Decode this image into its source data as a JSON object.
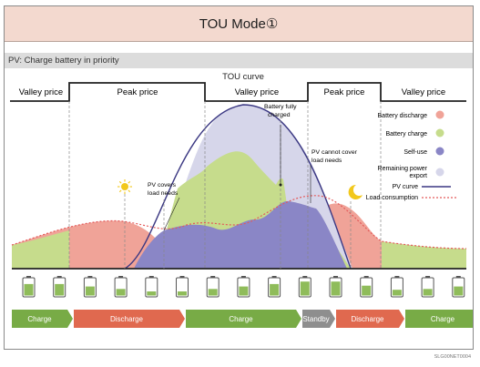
{
  "title": "TOU Mode①",
  "subtitle": "PV: Charge battery in priority",
  "curve_title": "TOU curve",
  "periods": [
    "Valley price",
    "Peak price",
    "Valley price",
    "Peak price",
    "Valley price"
  ],
  "annotations": {
    "battery_full": [
      "Battery fully",
      "charged"
    ],
    "pv_covers": [
      "PV covers",
      "load needs"
    ],
    "pv_cannot": [
      "PV cannot cover",
      "load needs"
    ]
  },
  "legend": {
    "battery_discharge": "Battery discharge",
    "battery_charge": "Battery charge",
    "self_use": "Self-use",
    "remaining_export_1": "Remaining power",
    "remaining_export_2": "export",
    "pv_curve": "PV curve",
    "load_consumption": "Load consumption"
  },
  "colors": {
    "discharge": "#f0a398",
    "charge": "#c6dc8c",
    "self_use": "#8a86c6",
    "export": "#d6d6ea",
    "pv_line": "#3a3782",
    "load_line": "#e35a5a",
    "bar_green": "#78ab46",
    "bar_red": "#e0694f",
    "bar_gray": "#8e8e8e"
  },
  "status_bars": [
    {
      "label": "Charge",
      "type": "charge"
    },
    {
      "label": "Discharge",
      "type": "discharge"
    },
    {
      "label": "Charge",
      "type": "charge"
    },
    {
      "label": "Standby",
      "type": "standby"
    },
    {
      "label": "Discharge",
      "type": "discharge"
    },
    {
      "label": "Charge",
      "type": "charge"
    }
  ],
  "battery_levels": [
    0.7,
    0.7,
    0.55,
    0.4,
    0.25,
    0.25,
    0.4,
    0.55,
    0.7,
    0.85,
    0.85,
    0.6,
    0.35,
    0.4,
    0.55
  ],
  "caption": "SLG00NET0004"
}
